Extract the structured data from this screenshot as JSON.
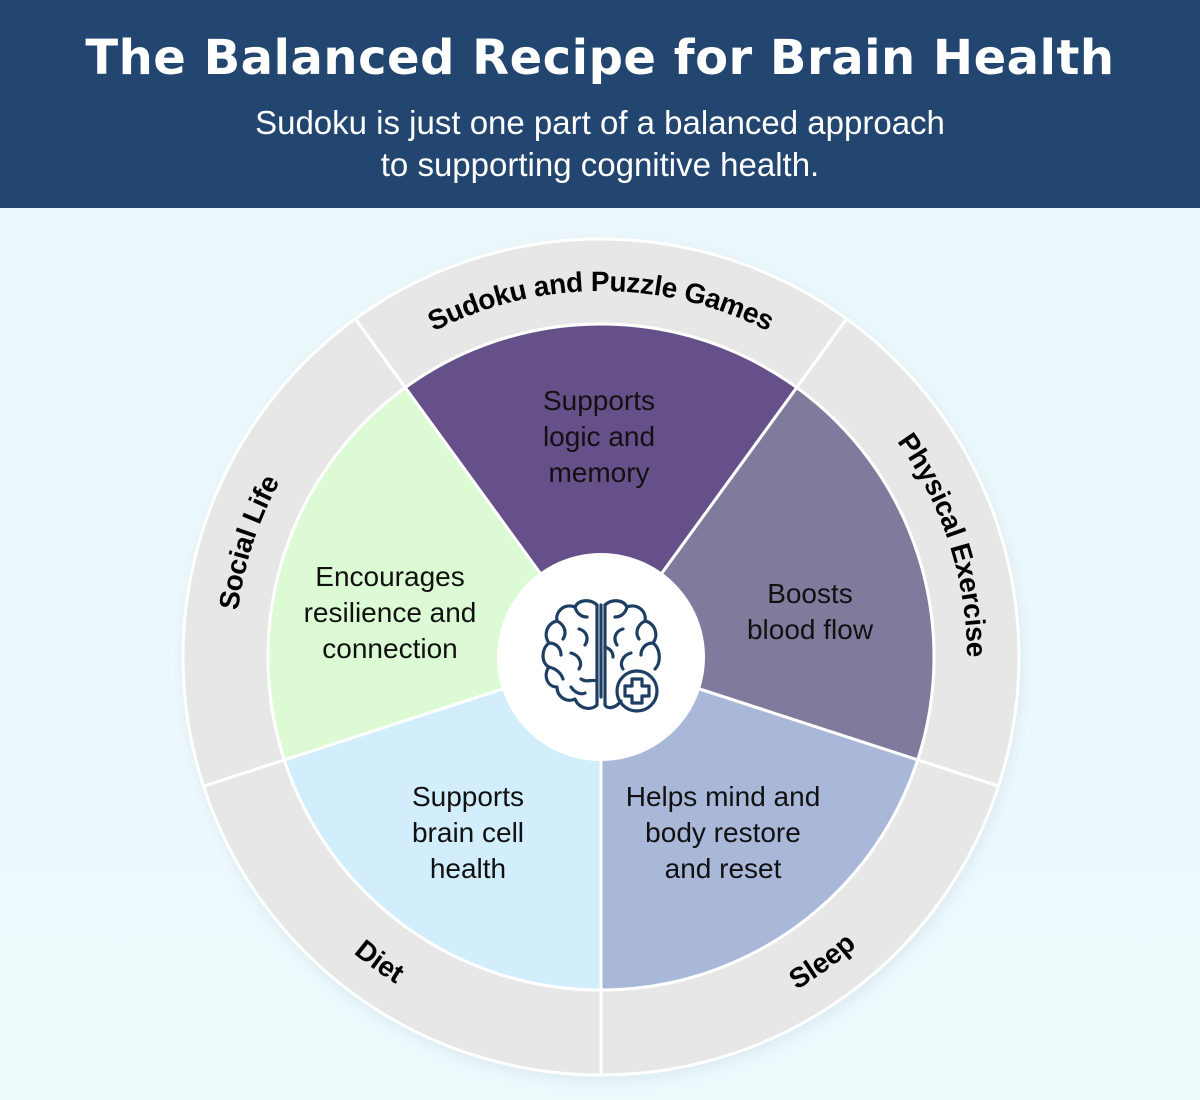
{
  "header": {
    "title": "The Balanced Recipe for Brain Health",
    "subtitle_lines": [
      "Sudoku is just one part of a balanced approach",
      "to supporting cognitive health."
    ]
  },
  "wheel": {
    "center_icon": "brain-plus-icon",
    "segments": [
      {
        "category": "Sudoku and Puzzle Games",
        "benefit_lines": [
          "Supports",
          "logic and",
          "memory"
        ],
        "color": "#66508a"
      },
      {
        "category": "Physical Exercise",
        "benefit_lines": [
          "Boosts",
          "blood flow"
        ],
        "color": "#807a9c"
      },
      {
        "category": "Sleep",
        "benefit_lines": [
          "Helps mind and",
          "body restore",
          "and reset"
        ],
        "color": "#a9b8d8"
      },
      {
        "category": "Diet",
        "benefit_lines": [
          "Supports",
          "brain cell",
          "health"
        ],
        "color": "#d2edfb"
      },
      {
        "category": "Social Life",
        "benefit_lines": [
          "Encourages",
          "resilience and",
          "connection"
        ],
        "color": "#dcfad3"
      }
    ],
    "ring_color": "#e7e7e8",
    "icon_color": "#1e3f63"
  }
}
